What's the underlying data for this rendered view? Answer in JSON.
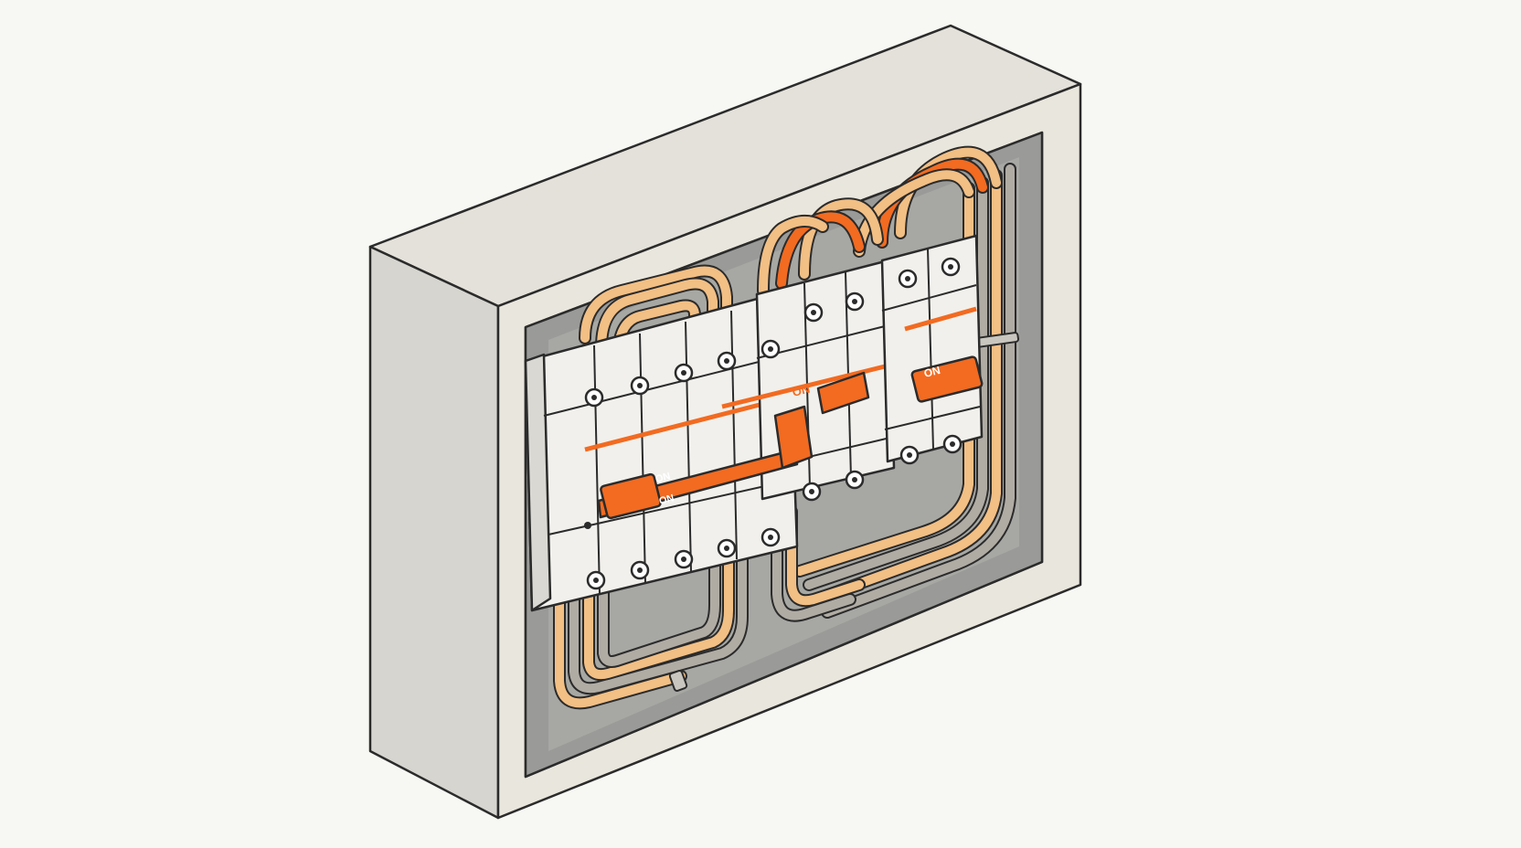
{
  "panel": {
    "breaker_labels": {
      "main_switch": "ON",
      "right_breaker": "ON",
      "left_breaker_upper": "ON",
      "left_breaker_lower": "ON"
    }
  },
  "colors": {
    "background": "#f7f7f3",
    "enclosure_front": "#e9e6dd",
    "enclosure_side": "#d6d5cf",
    "enclosure_top": "#e3e1d9",
    "cavity": "#9a9b98",
    "module_face": "#f1f0ec",
    "accent_orange": "#f26b21",
    "wire_light": "#f2bf84",
    "wire_grey": "#b0aca4",
    "outline": "#2b2b2b"
  },
  "icons": [
    "terminal-screw-icon",
    "toggle-lever-icon",
    "cable-tie-icon"
  ]
}
